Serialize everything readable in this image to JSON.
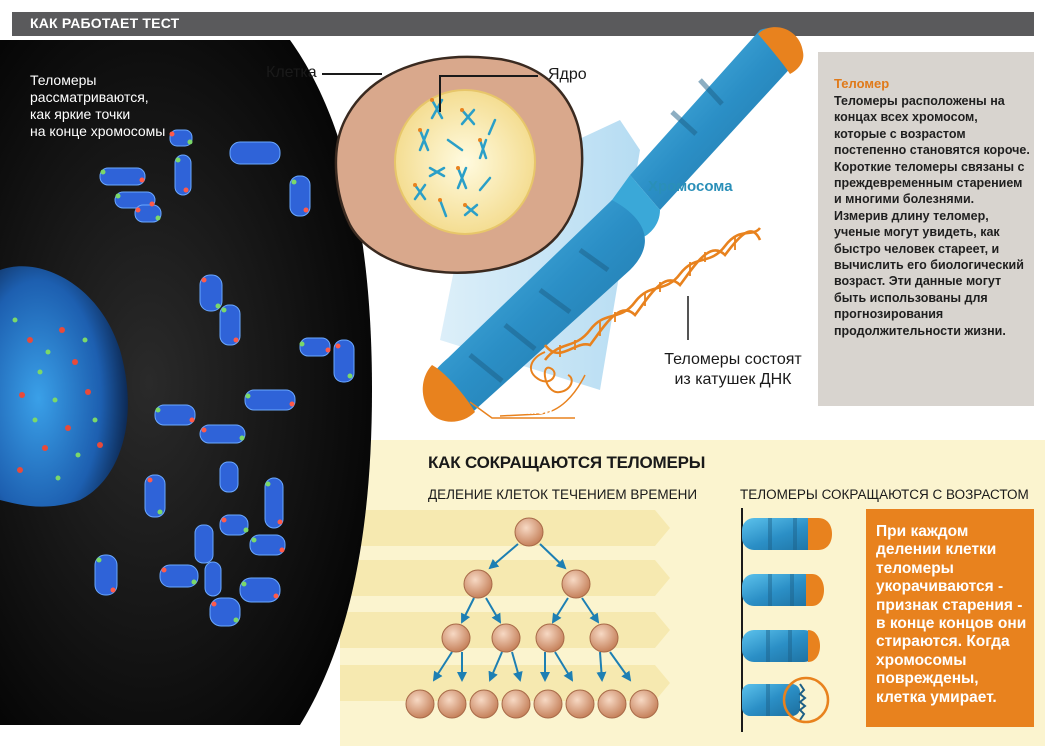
{
  "header": {
    "title": "КАК РАБОТАЕТ ТЕСТ"
  },
  "microscope": {
    "caption": "Теломеры\nрассматриваются,\nкак яркие точки\nна конце хромосомы"
  },
  "cell_diagram": {
    "cell_label": "Клетка",
    "nucleus_label": "Ядро"
  },
  "chromosome_diagram": {
    "chromosome_label": "Хромосома",
    "dna_caption": "Теломеры состоят\nиз катушек ДНК",
    "telomer_label": "Теломер"
  },
  "info_box": {
    "title": "Теломер",
    "body": "Теломеры расположены на концах всех хромосом, которые с возрастом постепенно становятся короче. Короткие теломеры связаны с преждевременным старением и многими болезнями. Измерив длину теломер, ученые могут увидеть, как быстро человек стареет, и вычислить его биологический возраст. Эти данные могут быть использованы для прогнозирования продолжительности жизни."
  },
  "shortening": {
    "title": "КАК СОКРАЩАЮТСЯ ТЕЛОМЕРЫ",
    "division_title": "ДЕЛЕНИЕ КЛЕТОК ТЕЧЕНИЕМ ВРЕМЕНИ",
    "aging_title": "ТЕЛОМЕРЫ СОКРАЩАЮТСЯ С ВОЗРАСТОМ",
    "explanation": "При каждом делении клетки теломеры укорачиваются - признак старения - в конце концов они стираются. Когда хромосомы повреждены, клетка умирает."
  },
  "colors": {
    "chromosome_blue": "#2f8fc4",
    "telomere_orange": "#e8821e",
    "cell_pink": "#d9a88c",
    "panel_gray": "#d8d4cf"
  }
}
